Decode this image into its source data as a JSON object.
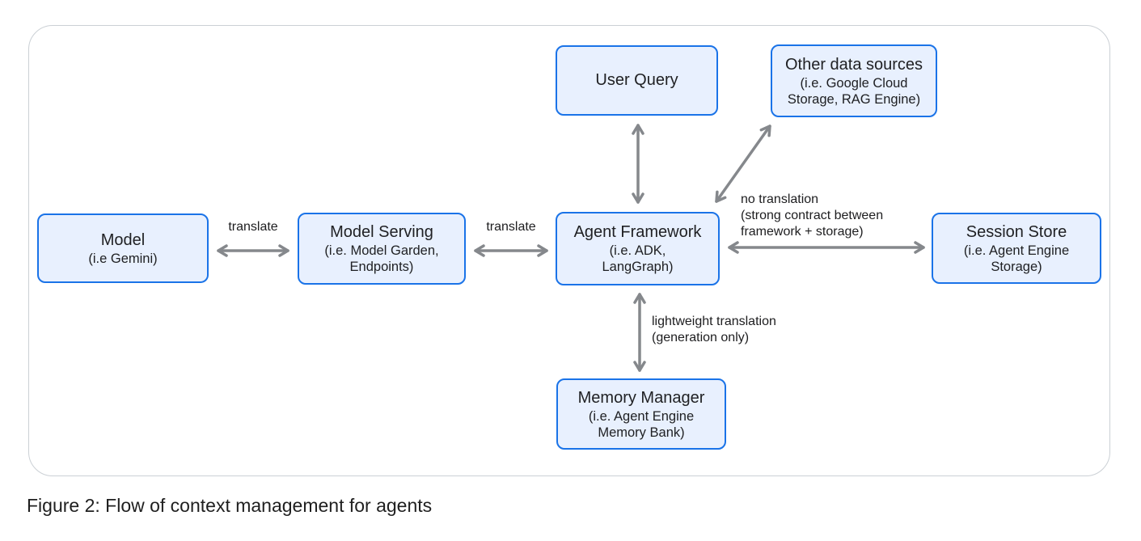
{
  "figure": {
    "caption": "Figure 2: Flow of context management for agents"
  },
  "colors": {
    "node_fill": "#e8f0fe",
    "node_border": "#1a73e8",
    "arrow": "#85888c",
    "frame_border": "#cbd0d5",
    "text": "#202124"
  },
  "nodes": {
    "user_query": {
      "title": "User Query"
    },
    "other_data_sources": {
      "title": "Other data sources",
      "subtitle": "(i.e. Google Cloud\nStorage, RAG Engine)"
    },
    "model": {
      "title": "Model",
      "subtitle": "(i.e Gemini)"
    },
    "model_serving": {
      "title": "Model Serving",
      "subtitle": "(i.e. Model Garden,\nEndpoints)"
    },
    "agent_framework": {
      "title": "Agent Framework",
      "subtitle": "(i.e. ADK,\nLangGraph)"
    },
    "session_store": {
      "title": "Session Store",
      "subtitle": "(i.e. Agent Engine\nStorage)"
    },
    "memory_manager": {
      "title": "Memory Manager",
      "subtitle": "(i.e. Agent Engine\nMemory Bank)"
    }
  },
  "edge_labels": {
    "model_to_serving": "translate",
    "serving_to_framework": "translate",
    "framework_to_session": "no translation\n(strong contract between\nframework + storage)",
    "framework_to_memory": "lightweight translation\n(generation only)"
  }
}
